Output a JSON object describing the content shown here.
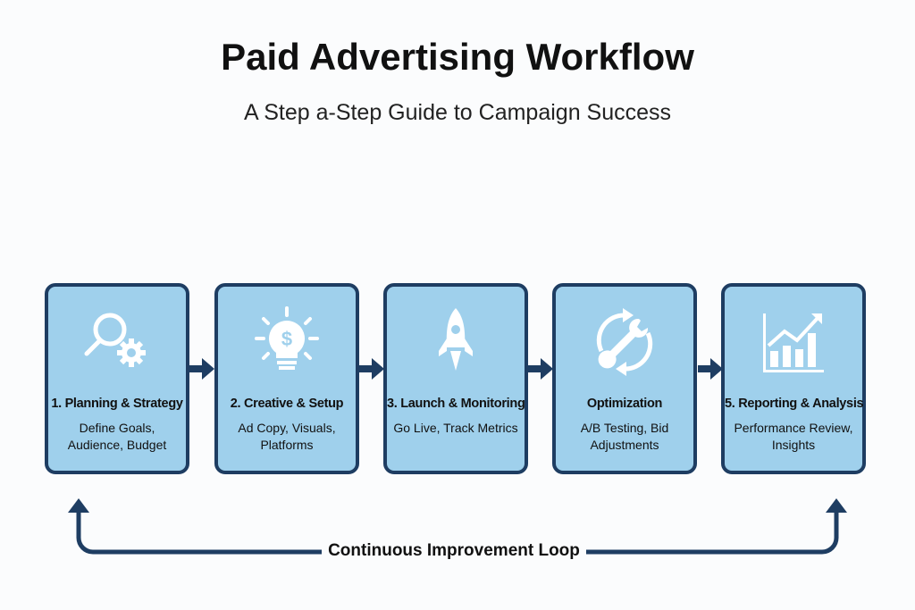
{
  "title": "Paid Advertising Workflow",
  "subtitle": "A Step a-Step Guide to Campaign Success",
  "steps": [
    {
      "title": "1. Planning & Strategy",
      "desc": "Define Goals, Audience, Budget",
      "icon": "magnifier-gear-icon"
    },
    {
      "title": "2. Creative & Setup",
      "desc": "Ad Copy, Visuals, Platforms",
      "icon": "lightbulb-dollar-icon"
    },
    {
      "title": "3. Launch & Monitoring",
      "desc": "Go Live, Track Metrics",
      "icon": "rocket-icon"
    },
    {
      "title": "Optimization",
      "desc": "A/B Testing, Bid Adjustments",
      "icon": "wrench-refresh-icon"
    },
    {
      "title": "5. Reporting & Analysis",
      "desc": "Performance Review, Insights",
      "icon": "bar-chart-trend-icon"
    }
  ],
  "loop_label": "Continuous Improvement Loop",
  "colors": {
    "box_fill": "#9fd0ec",
    "border": "#1e3d62"
  }
}
